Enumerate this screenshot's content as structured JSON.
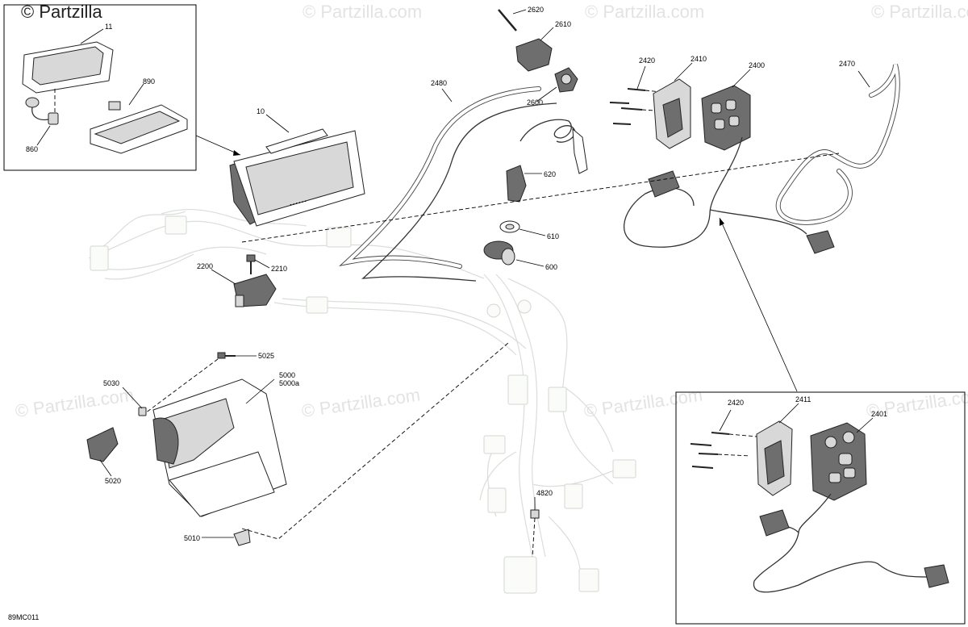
{
  "watermark": {
    "text": "© Partzilla.com",
    "corner_text": "© Partzilla"
  },
  "figure_id": "89MC011",
  "callouts": {
    "c11": "11",
    "c890": "890",
    "c860": "860",
    "c10": "10",
    "c2620": "2620",
    "c2610": "2610",
    "c2600": "2600",
    "c2480": "2480",
    "c620": "620",
    "c610": "610",
    "c600": "600",
    "c2420_top": "2420",
    "c2410": "2410",
    "c2400": "2400",
    "c2470": "2470",
    "c2200": "2200",
    "c2210": "2210",
    "c5025": "5025",
    "c5030": "5030",
    "c5000": "5000",
    "c5000a": "5000a",
    "c5020": "5020",
    "c5010": "5010",
    "c4820": "4820",
    "c2420_bottom": "2420",
    "c2411": "2411",
    "c2401": "2401"
  }
}
